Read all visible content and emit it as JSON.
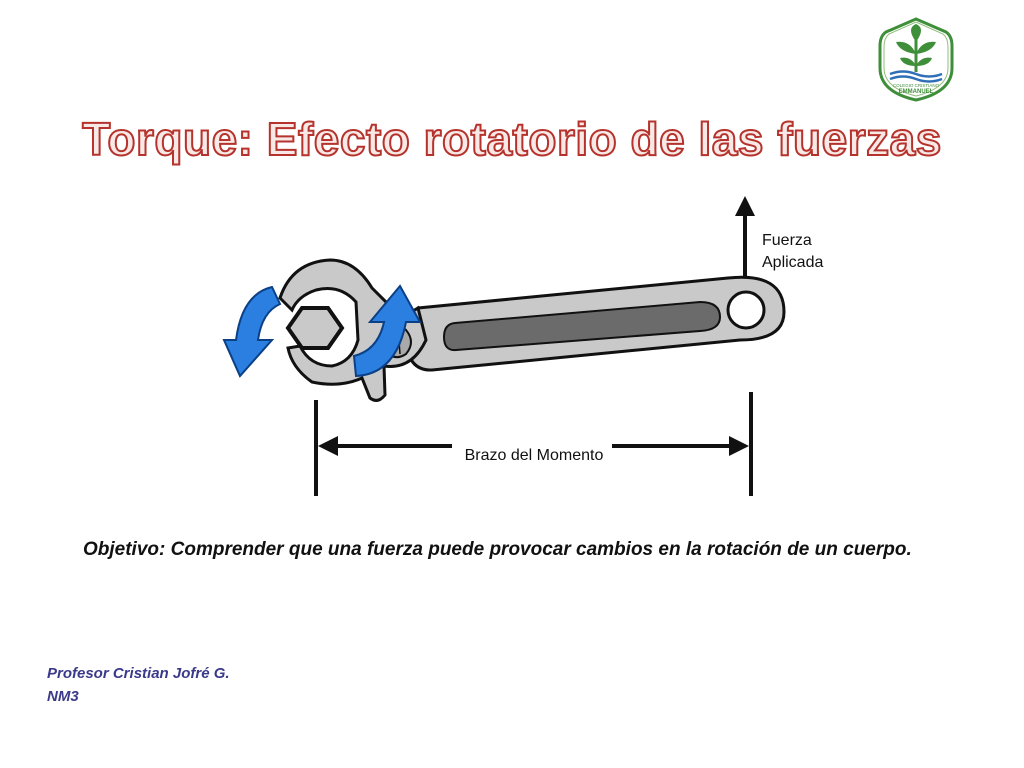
{
  "slide": {
    "title": "Torque: Efecto rotatorio de las fuerzas",
    "logo": {
      "icon": "plant-shield-logo-icon",
      "text_top": "COLEGIO CRISTIANO",
      "text_bottom": "EMMANUEL",
      "colors": {
        "green": "#3f8f3a",
        "blue": "#2f6fb8"
      }
    },
    "diagram": {
      "force_label_line1": "Fuerza",
      "force_label_line2": "Aplicada",
      "arm_label": "Brazo del Momento",
      "colors": {
        "wrench_outline": "#111111",
        "wrench_fill": "#c9c9c9",
        "slot_fill": "#6b6b6b",
        "rotation_arrow": "#2a7fe0"
      }
    },
    "objective": "Objetivo: Comprender que una fuerza puede provocar cambios en la rotación de un cuerpo.",
    "footer": {
      "professor": "Profesor Cristian Jofré G.",
      "level": "NM3"
    },
    "colors": {
      "title_stroke": "#b5332c",
      "title_fill": "#f8e8e6",
      "footer_text": "#3b3a8a"
    }
  }
}
